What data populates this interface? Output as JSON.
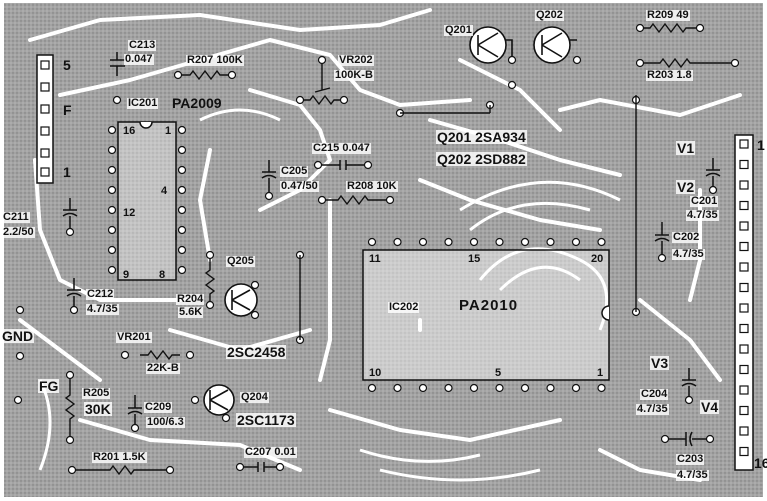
{
  "colors": {
    "copper": "#9a9a9a",
    "copper_dark": "#7d7d7d",
    "ink": "#111111",
    "background": "#ffffff"
  },
  "connectors": {
    "left_top": [
      "5",
      "F",
      "1"
    ],
    "right": [
      "1",
      "16"
    ]
  },
  "rails": {
    "v1": "V1",
    "v2": "V2",
    "v3": "V3",
    "v4": "V4",
    "gnd": "GND",
    "fg": "FG"
  },
  "ic201": {
    "ref": "IC201",
    "part": "PA2009",
    "pins": [
      "16",
      "1",
      "4",
      "12",
      "9",
      "8"
    ]
  },
  "ic202": {
    "ref": "IC202",
    "part": "PA2010",
    "pins": [
      "11",
      "15",
      "20",
      "10",
      "5",
      "1"
    ]
  },
  "transistor_list": {
    "q201_line": "Q201  2SA934",
    "q202_line": "Q202  2SD882"
  },
  "transistors": {
    "q201": "Q201",
    "q202": "Q202",
    "q205": "Q205",
    "q205_part": "2SC2458",
    "q204": "Q204",
    "q204_part": "2SC1173"
  },
  "resistors": {
    "r209": "R209 49",
    "r207": "R207 100K",
    "r203": "R203 1.8",
    "r208": "R208 10K",
    "r204": "R204",
    "r204_value": "5.6K",
    "r205": "R205",
    "r205_value": "30K",
    "r201": "R201 1.5K"
  },
  "pots": {
    "vr202": "VR202",
    "vr202_value": "100K-B",
    "vr201": "VR201",
    "vr201_value": "22K-B"
  },
  "capacitors": {
    "c213": "C213",
    "c213_value": "0.047",
    "c215": "C215 0.047",
    "c205": "C205",
    "c205_value": "0.47/50",
    "c211": "C211",
    "c211_value": "2.2/50",
    "c201": "C201",
    "c201_value": "4.7/35",
    "c202": "C202",
    "c202_value": "4.7/35",
    "c212": "C212",
    "c212_value": "4.7/35",
    "c209": "C209",
    "c209_value": "100/6.3",
    "c207": "C207 0.01",
    "c204": "C204",
    "c204_value": "4.7/35",
    "c203": "C203",
    "c203_value": "4.7/35"
  }
}
